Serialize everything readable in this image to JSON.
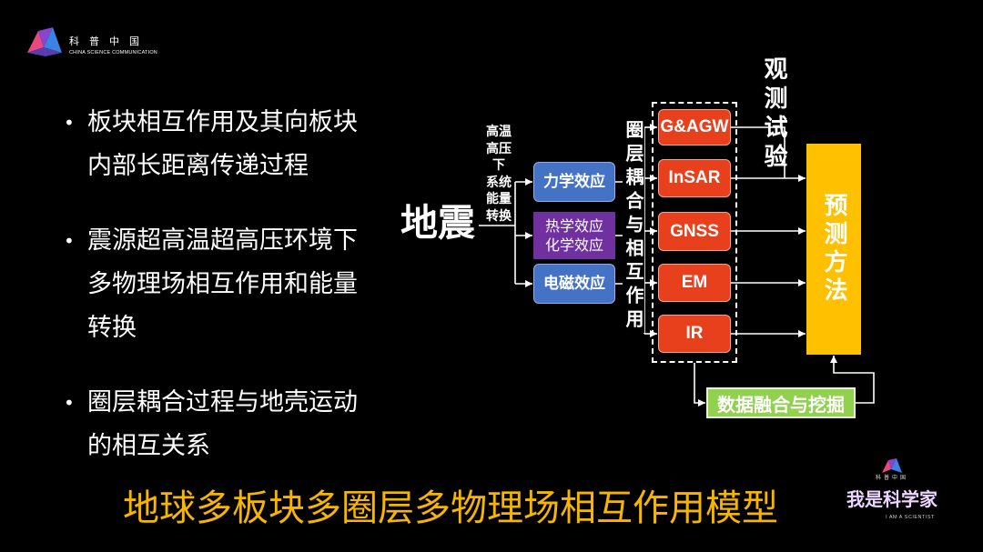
{
  "logo": {
    "name": "科普中国",
    "tagline": "CHINA SCIENCE COMMUNICATION"
  },
  "bullets": [
    {
      "lines": [
        "板块相互作用及其向板块",
        "内部长距离传递过程"
      ]
    },
    {
      "lines": [
        "震源超高温超高压环境下",
        "多物理场相互作用和能量",
        "转换"
      ]
    },
    {
      "lines": [
        "圈层耦合过程与地壳运动",
        "的相互关系"
      ]
    }
  ],
  "diagram": {
    "source": "地震",
    "conversion_lines": [
      "高温",
      "高压",
      "下",
      "系统",
      "能量",
      "转换"
    ],
    "effects": {
      "mechanical": "力学效应",
      "thermal": "热学效应",
      "chemical": "化学效应",
      "electromagnetic": "电磁效应"
    },
    "coupling": "圈层耦合与相互作用",
    "observation_title": "观测试验",
    "observations": [
      "G&AGW",
      "InSAR",
      "GNSS",
      "EM",
      "IR"
    ],
    "prediction": "预测方法",
    "fusion": "数据融合与挖掘"
  },
  "title": "地球多板块多圈层多物理场相互作用模型",
  "brand": {
    "org": "科普中国",
    "name": "我是科学家",
    "tagline": "I AM A SCIENTIST"
  },
  "colors": {
    "background": "#000000",
    "text": "#ffffff",
    "title": "#f7b500",
    "mechanical": "#4472c4",
    "thermochemical": "#7030a0",
    "electromagnetic": "#4472c4",
    "observation": "#e8401c",
    "prediction": "#ffc000",
    "fusion": "#92d050"
  }
}
